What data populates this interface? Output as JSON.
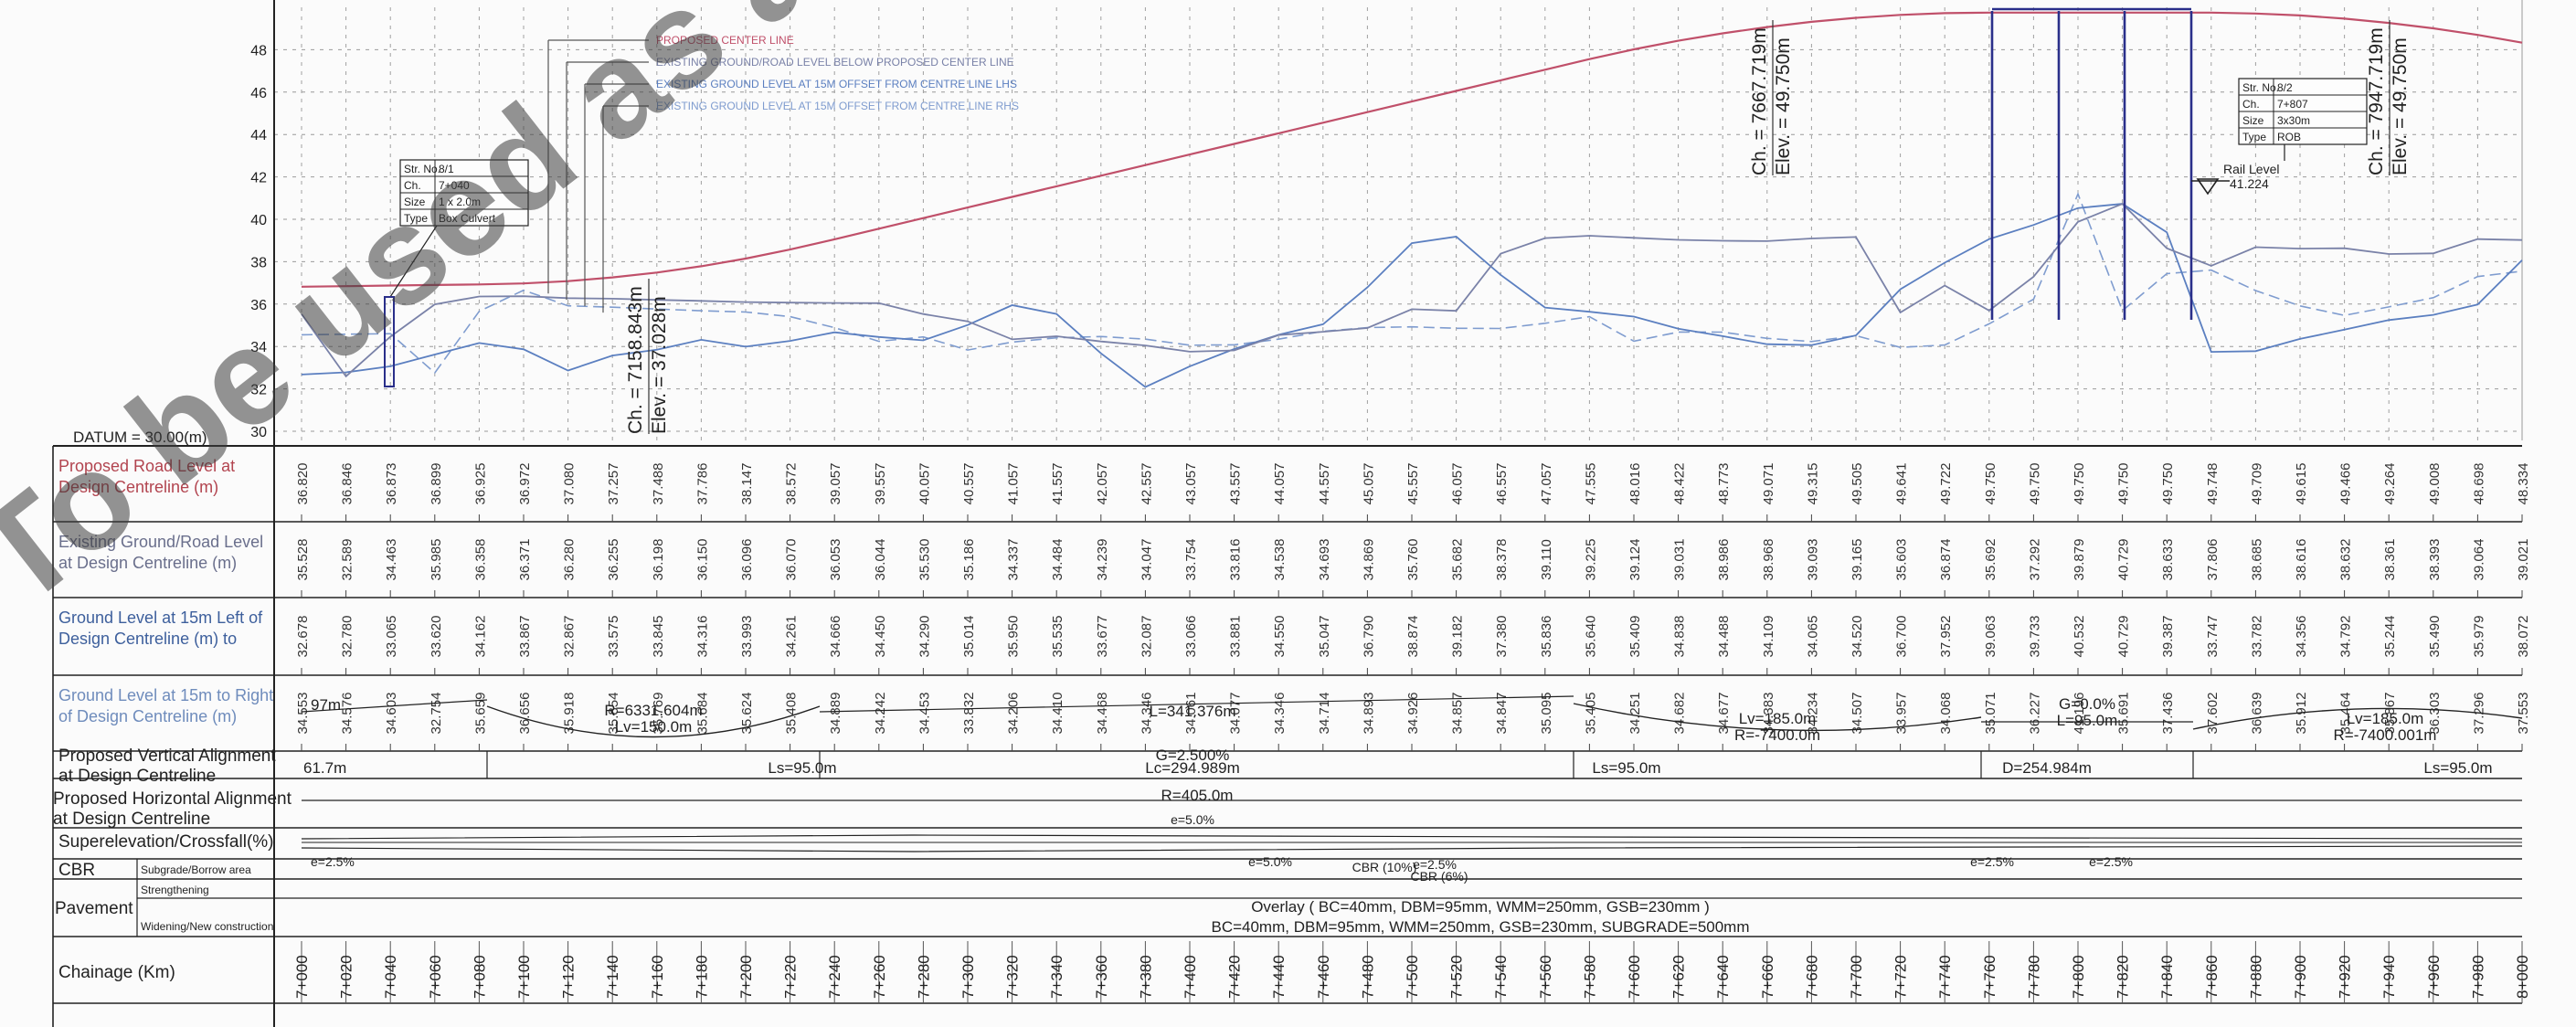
{
  "datum_label": "DATUM = 30.00(m)",
  "y_axis": {
    "min": 30,
    "max": 50,
    "ticks": [
      "30",
      "32",
      "34",
      "36",
      "38",
      "40",
      "42",
      "44",
      "46",
      "48"
    ]
  },
  "legend": [
    {
      "text": "PROPOSED CENTER LINE",
      "color": "#c0506a"
    },
    {
      "text": "EXISTING GROUND/ROAD LEVEL BELOW PROPOSED CENTER LINE",
      "color": "#7a82a8"
    },
    {
      "text": "EXISTING GROUND LEVEL AT 15M OFFSET FROM CENTRE LINE LHS",
      "color": "#5b7fc0"
    },
    {
      "text": "EXISTING GROUND LEVEL AT 15M OFFSET FROM CENTRE LINE RHS",
      "color": "#7f9ccf"
    }
  ],
  "callouts": [
    {
      "text": "Ch. = 7158.843m",
      "text2": "Elev. = 37.028m"
    },
    {
      "text": "Ch. = 7667.719m",
      "text2": "Elev. = 49.750m"
    },
    {
      "text": "Ch. = 7947.719m",
      "text2": "Elev. = 49.750m"
    }
  ],
  "structures": [
    {
      "str_label": "Str. No.",
      "str_no": "8/1",
      "ch_label": "Ch.",
      "ch": "7+040",
      "size_label": "Size",
      "size": "1 x 2.0m",
      "type_label": "Type",
      "type": "Box Culvert"
    },
    {
      "str_label": "Str. No.",
      "str_no": "8/2",
      "ch_label": "Ch.",
      "ch": "7+807",
      "size_label": "Size",
      "size": "3x30m",
      "type_label": "Type",
      "type": "ROB"
    }
  ],
  "rail_level": {
    "label": "Rail Level",
    "value": "41.224"
  },
  "rows": {
    "proposed_road": {
      "label1": "Proposed Road Level at",
      "label2": "Design Centreline (m)",
      "values": [
        "36.820",
        "36.846",
        "36.873",
        "36.899",
        "36.925",
        "36.972",
        "37.080",
        "37.257",
        "37.488",
        "37.786",
        "38.147",
        "38.572",
        "39.057",
        "39.557",
        "40.057",
        "40.557",
        "41.057",
        "41.557",
        "42.057",
        "42.557",
        "43.057",
        "43.557",
        "44.057",
        "44.557",
        "45.057",
        "45.557",
        "46.057",
        "46.557",
        "47.057",
        "47.555",
        "48.016",
        "48.422",
        "48.773",
        "49.071",
        "49.315",
        "49.505",
        "49.641",
        "49.722",
        "49.750",
        "49.750",
        "49.750",
        "49.750",
        "49.750",
        "49.748",
        "49.709",
        "49.615",
        "49.466",
        "49.264",
        "49.008",
        "48.698",
        "48.334"
      ]
    },
    "existing_ground": {
      "label1": "Existing Ground/Road Level",
      "label2": "at Design Centreline (m)",
      "values": [
        "35.528",
        "32.589",
        "34.463",
        "35.985",
        "36.358",
        "36.371",
        "36.280",
        "36.255",
        "36.198",
        "36.150",
        "36.096",
        "36.070",
        "36.053",
        "36.044",
        "35.530",
        "35.186",
        "34.337",
        "34.484",
        "34.239",
        "34.047",
        "33.754",
        "33.816",
        "34.538",
        "34.693",
        "34.869",
        "35.760",
        "35.682",
        "38.378",
        "39.110",
        "39.225",
        "39.124",
        "39.031",
        "38.986",
        "38.968",
        "39.093",
        "39.165",
        "35.603",
        "36.874",
        "35.692",
        "37.292",
        "39.879",
        "40.729",
        "38.633",
        "37.806",
        "38.685",
        "38.616",
        "38.632",
        "38.361",
        "38.393",
        "39.064",
        "39.021"
      ]
    },
    "ground_lhs": {
      "label1": "Ground Level at 15m Left of",
      "label2": "Design Centreline (m) to",
      "values": [
        "32.678",
        "32.780",
        "33.065",
        "33.620",
        "34.162",
        "33.867",
        "32.867",
        "33.575",
        "33.845",
        "34.316",
        "33.993",
        "34.261",
        "34.666",
        "34.450",
        "34.290",
        "35.014",
        "35.950",
        "35.535",
        "33.677",
        "32.087",
        "33.066",
        "33.881",
        "34.550",
        "35.047",
        "36.790",
        "38.874",
        "39.182",
        "37.380",
        "35.836",
        "35.640",
        "35.409",
        "34.838",
        "34.488",
        "34.109",
        "34.065",
        "34.520",
        "36.700",
        "37.952",
        "39.063",
        "39.733",
        "40.532",
        "40.729",
        "39.387",
        "33.747",
        "33.782",
        "34.356",
        "34.792",
        "35.244",
        "35.490",
        "35.979",
        "38.072"
      ]
    },
    "ground_rhs": {
      "label1": "Ground Level at 15m to Right",
      "label2": "of Design Centreline (m)",
      "values": [
        "34.553",
        "34.576",
        "34.603",
        "32.754",
        "35.659",
        "36.656",
        "35.918",
        "35.854",
        "35.769",
        "35.684",
        "35.624",
        "35.408",
        "34.889",
        "34.242",
        "34.453",
        "33.832",
        "34.206",
        "34.410",
        "34.468",
        "34.346",
        "34.061",
        "34.077",
        "34.346",
        "34.714",
        "34.893",
        "34.926",
        "34.857",
        "34.847",
        "35.095",
        "35.405",
        "34.251",
        "34.682",
        "34.677",
        "34.383",
        "34.234",
        "34.507",
        "33.957",
        "34.068",
        "35.071",
        "36.227",
        "41.196",
        "35.691",
        "37.436",
        "37.602",
        "36.639",
        "35.912",
        "35.464",
        "35.867",
        "36.303",
        "37.296",
        "37.553"
      ]
    },
    "vertical": {
      "label1": "Proposed Vertical Alignment",
      "label2": "at Design Centreline"
    },
    "horizontal": {
      "label1": "Proposed Horizontal Alignment",
      "label2": "at Design Centreline"
    },
    "superelevation": {
      "label": "Superelevation/Crossfall(%)"
    },
    "cbr": {
      "label": "CBR",
      "sub": "Subgrade/Borrow area",
      "value": "CBR (10%)",
      "value2": "CBR (6%)"
    },
    "pavement": {
      "label": "Pavement",
      "sub1": "Strengthening",
      "sub2": "Widening/New construction",
      "overlay": "Overlay ( BC=40mm, DBM=95mm, WMM=250mm, GSB=230mm )",
      "newcons": "BC=40mm, DBM=95mm, WMM=250mm, GSB=230mm, SUBGRADE=500mm"
    },
    "chainage": {
      "label": "Chainage (Km)",
      "values": [
        "7+000",
        "7+020",
        "7+040",
        "7+060",
        "7+080",
        "7+100",
        "7+120",
        "7+140",
        "7+160",
        "7+180",
        "7+200",
        "7+220",
        "7+240",
        "7+260",
        "7+280",
        "7+300",
        "7+320",
        "7+340",
        "7+360",
        "7+380",
        "7+400",
        "7+420",
        "7+440",
        "7+460",
        "7+480",
        "7+500",
        "7+520",
        "7+540",
        "7+560",
        "7+580",
        "7+600",
        "7+620",
        "7+640",
        "7+660",
        "7+680",
        "7+700",
        "7+720",
        "7+740",
        "7+760",
        "7+780",
        "7+800",
        "7+820",
        "7+840",
        "7+860",
        "7+880",
        "7+900",
        "7+920",
        "7+940",
        "7+960",
        "7+980",
        "8+000"
      ]
    }
  },
  "vertical_alignment": [
    {
      "text": "97m"
    },
    {
      "text": "R=6331.604m",
      "text2": "Lv=150.0m"
    },
    {
      "text": "L=341.376m",
      "text2": "G=2.500%"
    },
    {
      "text": "Lv=185.0m",
      "text2": "R=-7400.0m"
    },
    {
      "text": "G=0.0%",
      "text2": "L=95.0m"
    },
    {
      "text": "Lv=185.0m",
      "text2": "R=-7400.001m"
    }
  ],
  "horizontal_alignment": [
    {
      "text": "61.7m"
    },
    {
      "text": "Ls=95.0m"
    },
    {
      "text": "Lc=294.989m"
    },
    {
      "text": "Ls=95.0m"
    },
    {
      "text": "D=254.984m"
    },
    {
      "text": "Ls=95.0m"
    },
    {
      "text": "R=405.0m"
    }
  ],
  "superelevation_labels": [
    "e=5.0%",
    "e=2.5%",
    "e=5.0%",
    "e=2.5%",
    "e=2.5%",
    "e=2.5%"
  ],
  "watermark": "To be used as a Bid Document, Only for"
}
